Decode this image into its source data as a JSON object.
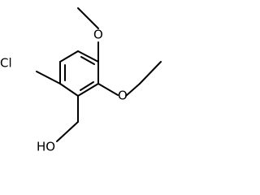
{
  "molecule": {
    "labels": {
      "o_methoxy": "O",
      "o_ethoxy": "O",
      "cl": "Cl",
      "oh": "HO"
    }
  }
}
